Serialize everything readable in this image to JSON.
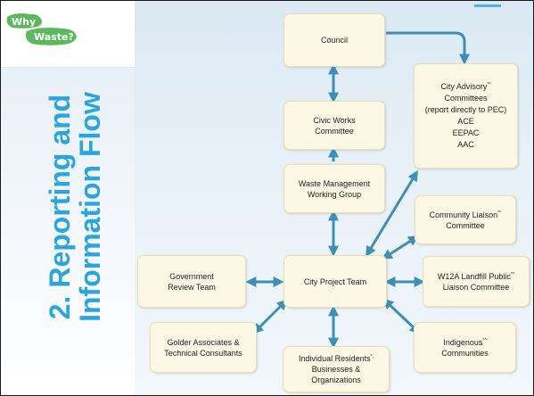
{
  "slide": {
    "title_lines": [
      "2. Reporting and",
      "Information Flow"
    ],
    "logo": {
      "line1": "Why",
      "line2": "Waste?"
    }
  },
  "colors": {
    "title": "#2aa6dc",
    "arrow": "#3d8fb8",
    "node_fill": "#fdf8e6",
    "logo_green": "#5cb85c"
  },
  "nodes": {
    "council": {
      "lines": [
        "Council"
      ]
    },
    "civic_works": {
      "lines": [
        "Civic Works",
        "Committee"
      ]
    },
    "waste_mgmt": {
      "lines": [
        "Waste Management",
        "Working Group"
      ]
    },
    "city_project": {
      "lines": [
        "City Project Team"
      ]
    },
    "gov_review": {
      "lines": [
        "Government",
        "Review Team"
      ]
    },
    "golder": {
      "lines": [
        "Golder Associates &",
        "Technical Consultants"
      ]
    },
    "individual": {
      "lines": [
        "Individual Residents",
        "Businesses &",
        "Organizations"
      ],
      "sup": "*,"
    },
    "indigenous": {
      "lines": [
        "Indigenous",
        "Communities"
      ],
      "sup": "*^"
    },
    "w12a": {
      "lines": [
        "W12A Landfill Public",
        "Liaison Committee"
      ],
      "sup": "*^"
    },
    "community_liaison": {
      "lines": [
        "Community Liaison",
        "Committee"
      ],
      "sup": "*^"
    },
    "city_advisory": {
      "lines": [
        "City Advisory",
        "Committees",
        "(report directly to PEC)",
        "ACE",
        "EEPAC",
        "AAC"
      ],
      "sup": "*^"
    }
  }
}
